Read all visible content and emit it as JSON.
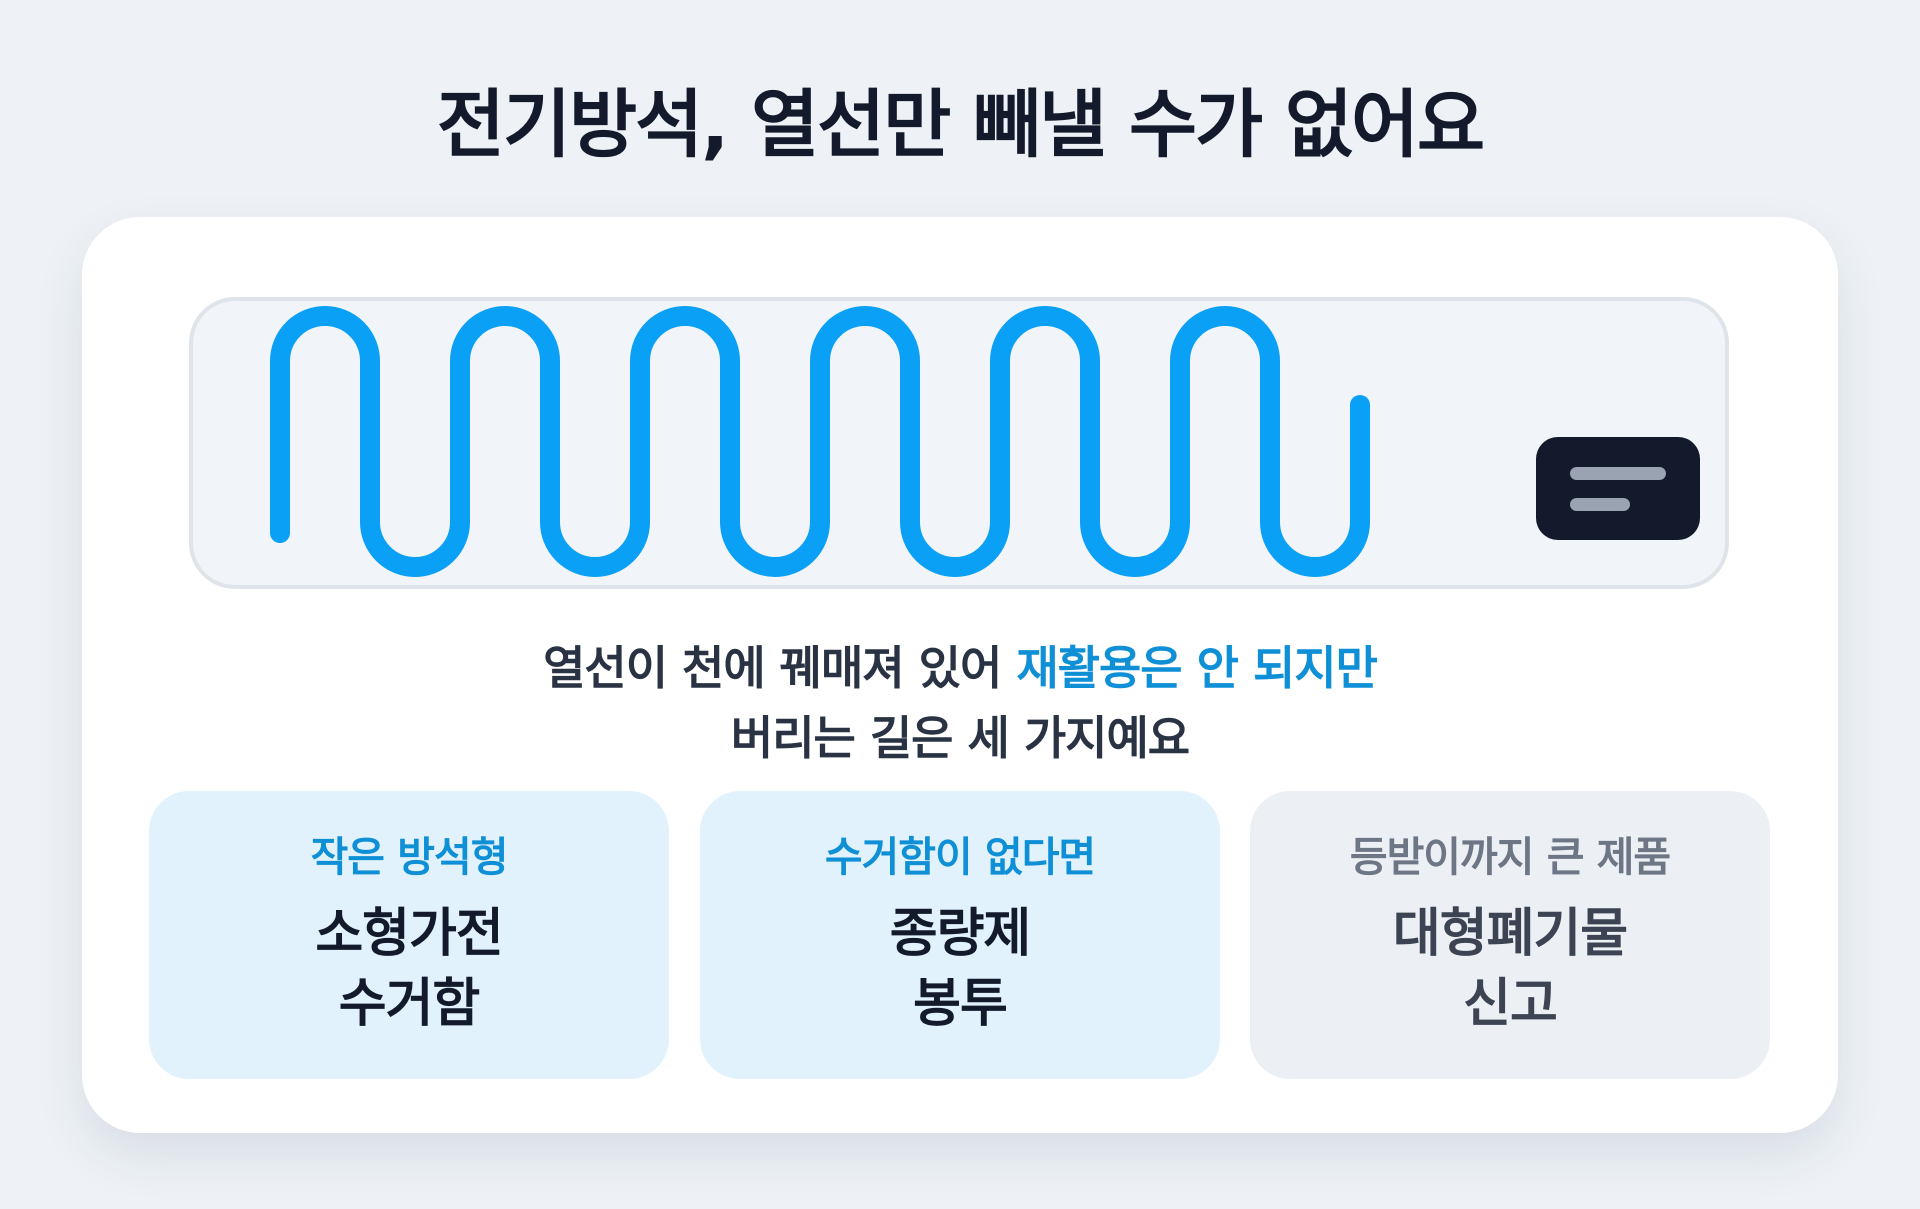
{
  "title": "전기방석, 열선만 빼낼 수가 없어요",
  "illustration": {
    "subject": "heating wire coil attached to a controller",
    "colors": {
      "wire": "#0aa0f5",
      "panel_fill": "#f1f4f8",
      "panel_border": "#dfe4ea",
      "controller": "#121a2b",
      "controller_lines": "#9aa3b2"
    }
  },
  "description": {
    "line1_prefix": "열선이 천에 꿰매져 있어 ",
    "line1_highlight": "재활용은 안 되지만",
    "line2": "버리는 길은 세 가지예요"
  },
  "options": [
    {
      "category": "작은 방석형",
      "method_line1": "소형가전",
      "method_line2": "수거함",
      "style": "blue"
    },
    {
      "category": "수거함이 없다면",
      "method_line1": "종량제",
      "method_line2": "봉투",
      "style": "blue"
    },
    {
      "category": "등받이까지 큰 제품",
      "method_line1": "대형폐기물",
      "method_line2": "신고",
      "style": "gray"
    }
  ],
  "colors": {
    "background": "#eef2f6",
    "card": "#ffffff",
    "accent": "#0f8fd6",
    "option_blue_bg": "#e1f2fd",
    "option_gray_bg": "#eceff4",
    "text_dark": "#121a2b"
  }
}
